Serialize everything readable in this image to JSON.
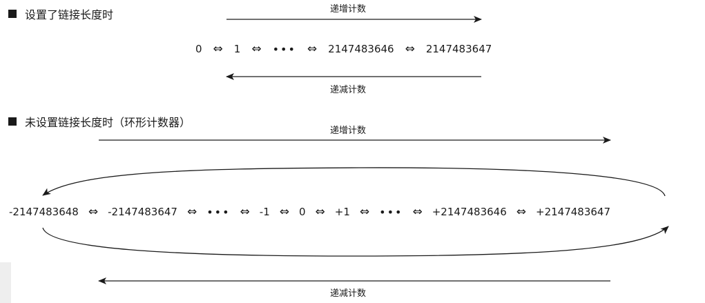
{
  "section1": {
    "heading": "设置了链接长度时",
    "inc_label": "递增计数",
    "dec_label": "递减计数",
    "sequence": [
      "0",
      "⇔",
      "1",
      "⇔",
      "•••",
      "⇔",
      "2147483646",
      "⇔",
      "2147483647"
    ]
  },
  "section2": {
    "heading": "未设置链接长度时（环形计数器）",
    "inc_label": "递增计数",
    "dec_label": "递减计数",
    "sequence": [
      "-2147483648",
      "⇔",
      "-2147483647",
      "⇔",
      "•••",
      "⇔",
      "-1",
      "⇔",
      "0",
      "⇔",
      "+1",
      "⇔",
      "•••",
      "⇔",
      "+2147483646",
      "⇔",
      "+2147483647"
    ]
  }
}
